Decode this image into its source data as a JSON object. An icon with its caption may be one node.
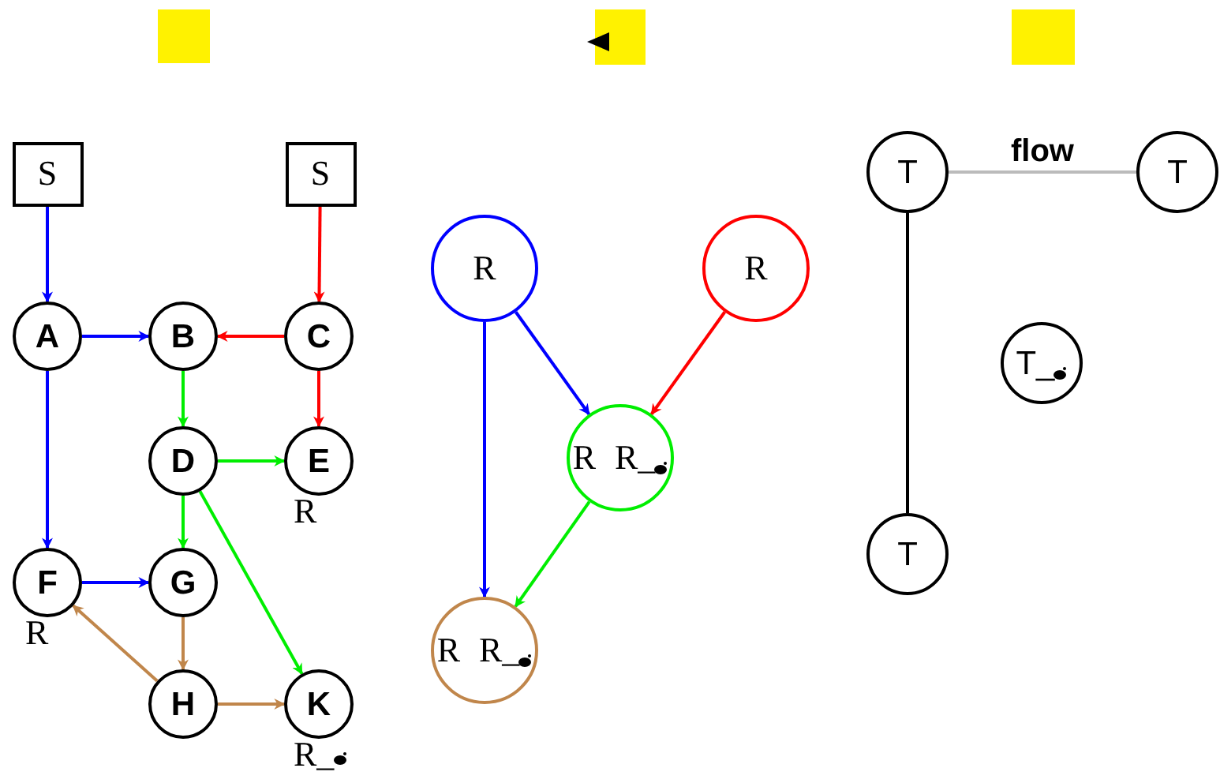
{
  "diagram": {
    "nodes": [
      {
        "text": [
          "S"
        ]
      },
      {
        "text": [
          "S"
        ]
      },
      {
        "text": [
          "A"
        ]
      },
      {
        "text": [
          "B"
        ]
      },
      {
        "text": [
          "C"
        ]
      },
      {
        "text": [
          "D"
        ]
      },
      {
        "text": [
          "E"
        ],
        "beside": [
          "R"
        ]
      },
      {
        "text": [
          "F"
        ],
        "beside": [
          "R"
        ]
      },
      {
        "text": [
          "G"
        ]
      },
      {
        "text": [
          "H"
        ]
      },
      {
        "text": [
          "K"
        ],
        "beside": [
          "R_"
        ]
      },
      {
        "text": [
          "R"
        ]
      },
      {
        "text": [
          "R"
        ]
      },
      {
        "text": [
          "R",
          "R_"
        ]
      },
      {
        "text": [
          "R",
          "R_"
        ]
      },
      {
        "text": [
          "T"
        ]
      },
      {
        "text": [
          "T"
        ]
      },
      {
        "text": [
          "T_"
        ]
      },
      {
        "text": [
          "T"
        ]
      }
    ],
    "edges": [
      {
        "from": 0,
        "to": 2,
        "arrow": "to",
        "color": "#0000ff"
      },
      {
        "from": 2,
        "to": 3,
        "arrow": "to",
        "color": "#0000ff"
      },
      {
        "from": 1,
        "to": 4,
        "arrow": "to",
        "color": "#ff0000"
      },
      {
        "from": 4,
        "to": 3,
        "arrow": "to",
        "color": "#ff0000"
      },
      {
        "from": 4,
        "to": 6,
        "arrow": "to",
        "color": "#ff0000"
      },
      {
        "from": 3,
        "to": 5,
        "arrow": "to",
        "color": "#00ee00"
      },
      {
        "from": 5,
        "to": 6,
        "arrow": "to",
        "color": "#00ee00"
      },
      {
        "from": 5,
        "to": 8,
        "arrow": "to",
        "color": "#00ee00"
      },
      {
        "from": 5,
        "to": 10,
        "arrow": "to",
        "color": "#00ee00"
      },
      {
        "from": 2,
        "to": 7,
        "arrow": "to",
        "color": "#0000ff"
      },
      {
        "from": 7,
        "to": 8,
        "arrow": "to",
        "color": "#0000ff"
      },
      {
        "from": 8,
        "to": 9,
        "arrow": "to",
        "color": "#c0864b"
      },
      {
        "from": 9,
        "to": 7,
        "arrow": "to",
        "color": "#c0864b"
      },
      {
        "from": 9,
        "to": 10,
        "arrow": "to",
        "color": "#c0864b"
      },
      {
        "from": 11,
        "to": 13,
        "arrow": "to",
        "color": "#0000ff"
      },
      {
        "from": 11,
        "to": 14,
        "arrow": "to",
        "color": "#0000ff"
      },
      {
        "from": 12,
        "to": 13,
        "arrow": "to",
        "color": "#ff0000"
      },
      {
        "from": 13,
        "to": 14,
        "arrow": "to",
        "color": "#00ee00"
      },
      {
        "from": 15,
        "to": 16,
        "arrow": "none",
        "label": "flow",
        "color": "#bbbbbb"
      },
      {
        "from": 15,
        "to": 18,
        "arrow": "none",
        "color": "#000000"
      }
    ]
  }
}
